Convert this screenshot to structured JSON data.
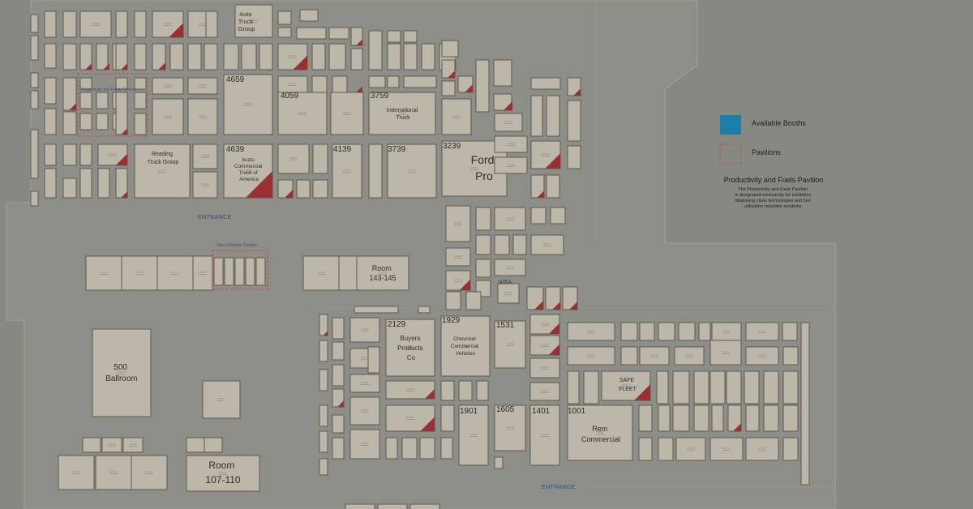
{
  "legend": {
    "available_booths": "Available Booths",
    "pavilions": "Pavilions",
    "colors": {
      "available": "#1b7fa8",
      "pavilion_border": "#c93a3a",
      "red_tag": "#9c2f33"
    },
    "pf_title": "Productivity and Fuels Pavilion",
    "pf_body": [
      "The Productivity and Fuels Pavilion",
      "is designated exclusively for exhibitors",
      "displaying clean technologies and fuel",
      "utilization reduction solutions."
    ]
  },
  "areas": {
    "entrance_top": "ENTRANCE",
    "entrance_bottom": "ENTRANCE",
    "productivity_pavilion": "Productivity and Fuels Pavilion",
    "new_exhibitor_pavilion": "New Exhibitor Pavilion",
    "ntea": "NTEA"
  },
  "rooms": {
    "room143": [
      "Room",
      "143-145"
    ],
    "ballroom": [
      "500",
      "Ballroom"
    ],
    "room107": [
      "Room",
      "107-110"
    ]
  },
  "booth_numbers": {
    "b4659": "4659",
    "b4639": "4639",
    "b4139": "4139",
    "b3739": "3739",
    "b3239": "3239",
    "b4059": "4059",
    "b3759": "3759",
    "b2129": "2129",
    "b1929": "1929",
    "b1531": "1531",
    "b1901": "1901",
    "b1605": "1605",
    "b1401": "1401",
    "b1001": "1001"
  },
  "exhibitors": {
    "auto_truck": [
      "Auto",
      "Truck",
      "Group"
    ],
    "international": [
      "International",
      "Truck"
    ],
    "ford_pro": [
      "Ford",
      "Pro"
    ],
    "reading": [
      "Reading",
      "Truck Group"
    ],
    "isuzu": [
      "Isuzu",
      "Commercial",
      "Truck of",
      "America"
    ],
    "buyers": [
      "Buyers",
      "Products",
      "Co"
    ],
    "chevrolet": [
      "Chevrolet",
      "Commercial",
      "Vehicles"
    ],
    "safe_fleet": [
      "SAFE",
      "FLEET"
    ],
    "rem": [
      "Rem",
      "Commercial"
    ]
  }
}
